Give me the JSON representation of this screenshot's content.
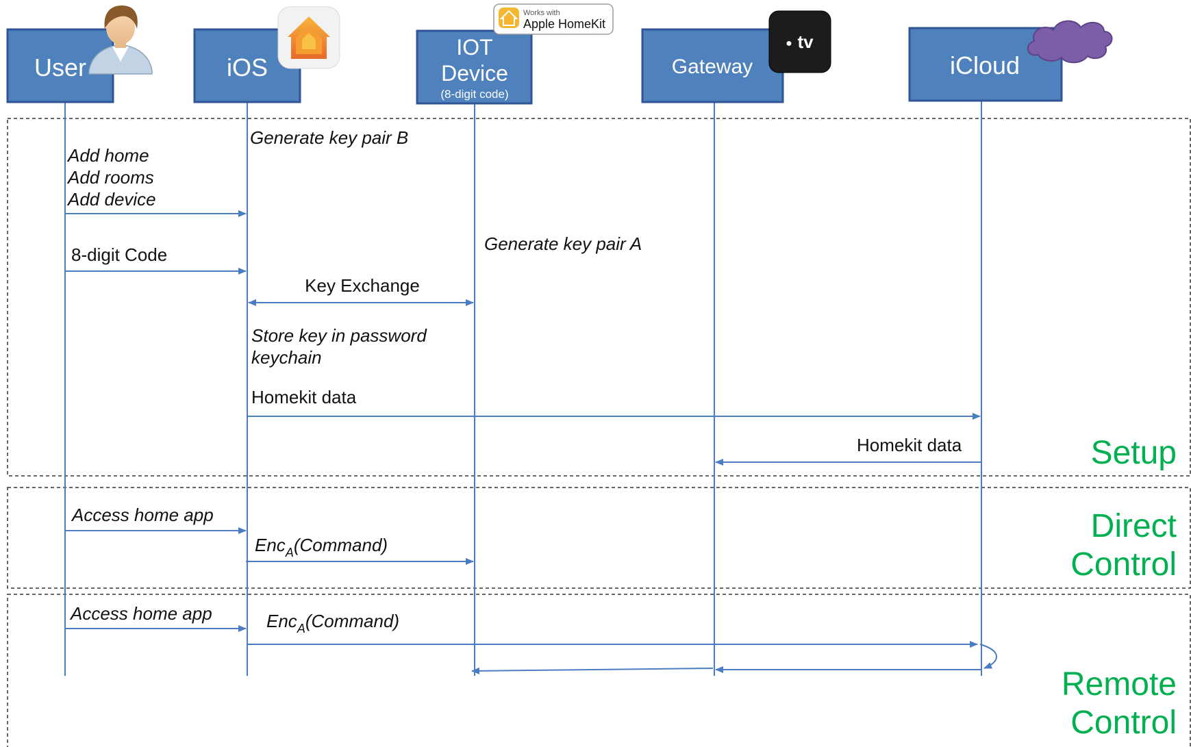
{
  "actors": {
    "user": "User",
    "ios": "iOS",
    "iot_line1": "IOT",
    "iot_line2": "Device",
    "iot_sub": "(8-digit code)",
    "gateway": "Gateway",
    "icloud": "iCloud"
  },
  "badge": {
    "small": "Works with",
    "large": "Apple HomeKit"
  },
  "appletv": {
    "logo": "●",
    "text": "tv"
  },
  "messages": {
    "gen_b": "Generate key pair B",
    "add_home": "Add home",
    "add_rooms": "Add rooms",
    "add_device": "Add device",
    "code": "8-digit Code",
    "gen_a": "Generate key pair A",
    "key_exchange": "Key Exchange",
    "store1": "Store key in password",
    "store2": "keychain",
    "homekit1": "Homekit data",
    "homekit2": "Homekit data",
    "access1": "Access home app",
    "enc1_a": "Enc",
    "enc1_sub": "A",
    "enc1_b": "(Command)",
    "access2": "Access home app",
    "enc2_a": "Enc",
    "enc2_sub": "A",
    "enc2_b": "(Command)"
  },
  "sections": {
    "setup": "Setup",
    "direct1": "Direct",
    "direct2": "Control",
    "remote1": "Remote",
    "remote2": "Control"
  },
  "icons": {
    "user": "user-avatar-icon",
    "home_app": "home-app-icon",
    "homekit": "homekit-icon",
    "appletv": "apple-tv-icon",
    "cloud": "cloud-icon"
  },
  "colors": {
    "actor_box": "#4f81bd",
    "line": "#4a7cc4",
    "section_text": "#00b050",
    "cloud": "#7b5ea7"
  }
}
